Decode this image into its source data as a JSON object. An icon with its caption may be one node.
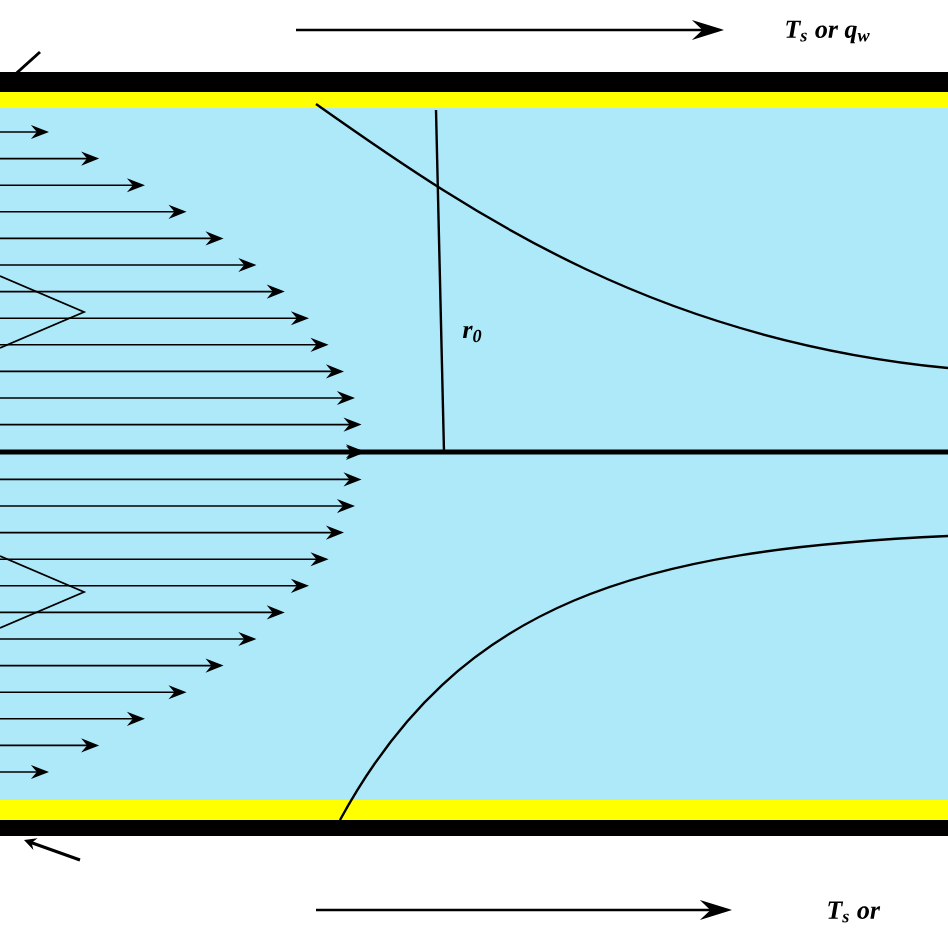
{
  "diagram": {
    "labels": [
      "T$_{s}$ or q$_{w}$",
      "r$_{0}$",
      "T$_{s}$ or"
    ]
  }
}
